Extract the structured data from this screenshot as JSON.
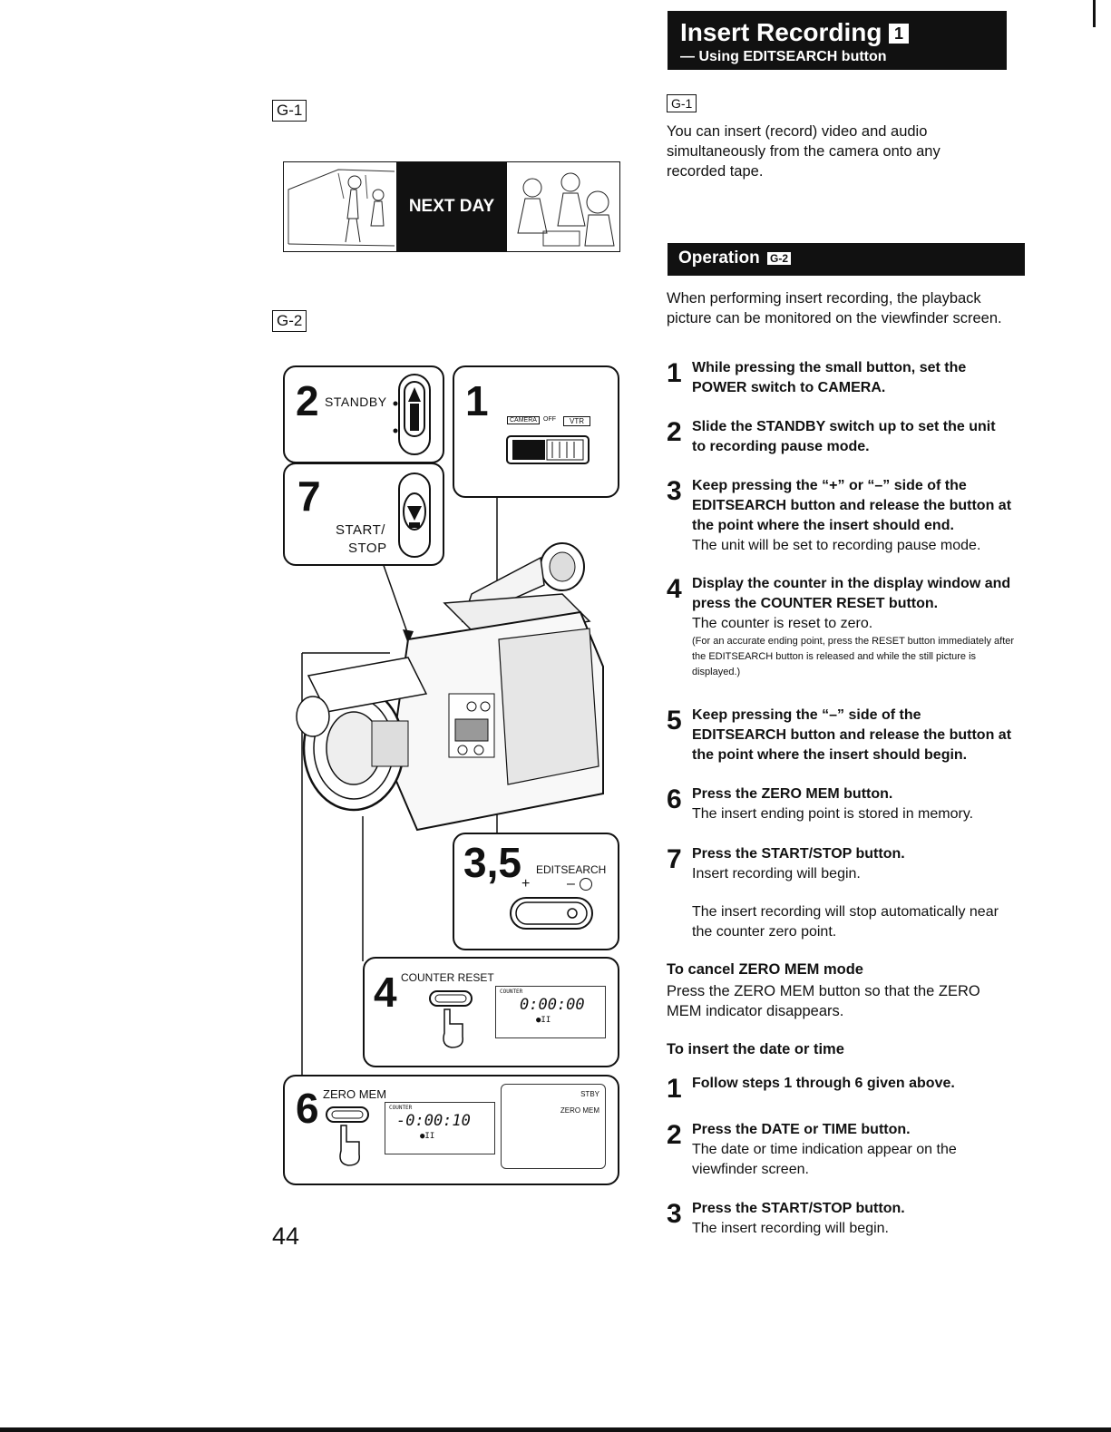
{
  "left": {
    "g1_label": "G-1",
    "next_day": "NEXT DAY",
    "g2_label": "G-2",
    "panel2": {
      "num": "2",
      "label": "STANDBY"
    },
    "panel1": {
      "num": "1",
      "camera": "CAMERA",
      "off": "OFF",
      "vtr": "VTR"
    },
    "panel7": {
      "num": "7",
      "label_line1": "START/",
      "label_line2": "STOP"
    },
    "panel35": {
      "num": "3,5",
      "label": "EDITSEARCH",
      "plus": "+",
      "minus": "–"
    },
    "panel4": {
      "num": "4",
      "label": "COUNTER RESET",
      "lcd_label": "COUNTER",
      "lcd_value": "0:00:00",
      "lcd_icons": "●II"
    },
    "panel6": {
      "num": "6",
      "label": "ZERO MEM",
      "lcd_label": "COUNTER",
      "lcd_value": "-0:00:10",
      "lcd_icons": "●II",
      "stby": "STBY",
      "zero_mem": "ZERO MEM"
    },
    "page_number": "44"
  },
  "right": {
    "title": "Insert Recording",
    "title_badge": "1",
    "subtitle": "— Using EDITSEARCH button",
    "g1_label": "G-1",
    "intro": "You can insert (record) video and audio simultaneously from the camera onto any recorded tape.",
    "operation_title": "Operation",
    "operation_badge": "G-2",
    "operation_intro": "When performing insert recording, the playback picture can be monitored on the viewfinder screen.",
    "steps": [
      {
        "num": "1",
        "bold": "While pressing the small button, set the POWER switch to CAMERA."
      },
      {
        "num": "2",
        "bold": "Slide the STANDBY switch up to set the unit to recording pause mode."
      },
      {
        "num": "3",
        "bold": "Keep pressing the “+” or “–” side of the EDITSEARCH button and release the button at the point where the insert should end.",
        "text": "The unit will be set to recording pause mode."
      },
      {
        "num": "4",
        "bold": "Display the counter in the display window and press the COUNTER RESET button.",
        "text": "The counter is reset to zero.",
        "note": "(For an accurate ending point, press the RESET button immediately after the EDITSEARCH button is released and while the still picture is displayed.)"
      },
      {
        "num": "5",
        "bold": "Keep pressing the “–” side of the EDITSEARCH button and release the button at the point where the insert should begin."
      },
      {
        "num": "6",
        "bold": "Press the ZERO MEM button.",
        "text": "The insert ending point is stored in memory."
      },
      {
        "num": "7",
        "bold": "Press the START/STOP button.",
        "text": "Insert recording will begin.",
        "text2": "The insert recording will stop automatically near the counter zero point."
      }
    ],
    "cancel_heading": "To cancel ZERO MEM mode",
    "cancel_text": "Press the ZERO MEM button so that the ZERO MEM indicator disappears.",
    "date_heading": "To insert the date or time",
    "date_steps": [
      {
        "num": "1",
        "bold": "Follow steps 1 through 6 given above."
      },
      {
        "num": "2",
        "bold": "Press the DATE or TIME button.",
        "text": "The date or time indication appear on the viewfinder screen."
      },
      {
        "num": "3",
        "bold": "Press the START/STOP button.",
        "text": "The insert recording will begin."
      }
    ]
  }
}
